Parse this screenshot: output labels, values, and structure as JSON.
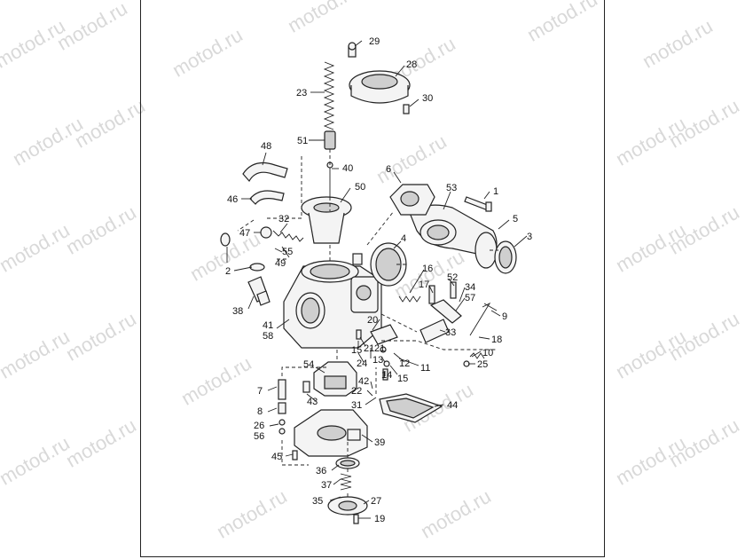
{
  "watermark_text": "motod.ru",
  "callouts": {
    "c1": "1",
    "c2": "2",
    "c4": "4",
    "c5": "5",
    "c3": "3",
    "c6": "6",
    "c7": "7",
    "c8": "8",
    "c9": "9",
    "c10": "10",
    "c11": "11",
    "c12": "12",
    "c13": "13",
    "c14": "14",
    "c15a": "15",
    "c15b": "15",
    "c16": "16",
    "c17": "17",
    "c18": "18",
    "c19": "19",
    "c20": "20",
    "c21a": "21",
    "c21b": "21",
    "c22": "22",
    "c23": "23",
    "c24": "24",
    "c25": "25",
    "c26": "26",
    "c27": "27",
    "c28": "28",
    "c29": "29",
    "c30": "30",
    "c31": "31",
    "c32": "32",
    "c33": "33",
    "c34": "34",
    "c35": "35",
    "c36": "36",
    "c37": "37",
    "c38": "38",
    "c39": "39",
    "c40": "40",
    "c41": "41",
    "c42": "42",
    "c43": "43",
    "c44": "44",
    "c45": "45",
    "c46": "46",
    "c47": "47",
    "c48": "48",
    "c49": "49",
    "c50": "50",
    "c51": "51",
    "c52": "52",
    "c53": "53",
    "c54": "54",
    "c55": "55",
    "c56": "56",
    "c57": "57",
    "c58": "58"
  }
}
